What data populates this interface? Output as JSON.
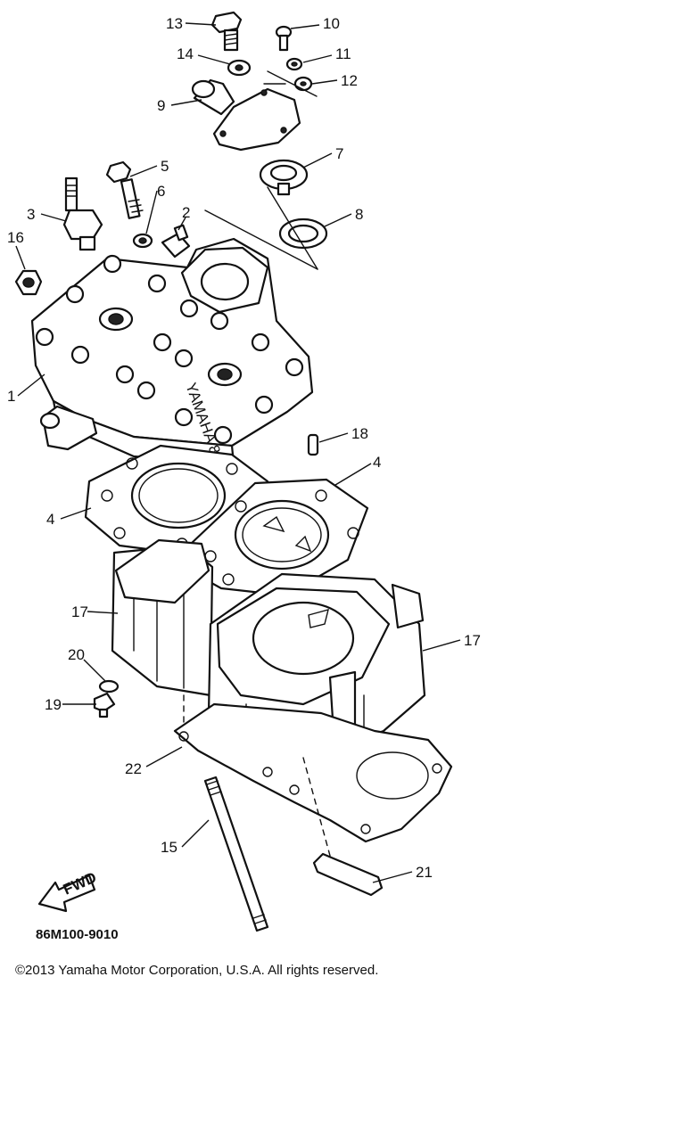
{
  "diagram": {
    "callouts": [
      "13",
      "10",
      "14",
      "11",
      "12",
      "9",
      "5",
      "7",
      "3",
      "6",
      "2",
      "8",
      "16",
      "1",
      "18",
      "4",
      "4",
      "17",
      "17",
      "20",
      "19",
      "22",
      "15",
      "21"
    ],
    "fwd_label": "FWD",
    "engraving": "YAMAHA 86M",
    "part_code": "86M100-9010"
  },
  "footer": {
    "copyright": "©2013 Yamaha Motor Corporation, U.S.A. All rights reserved."
  }
}
